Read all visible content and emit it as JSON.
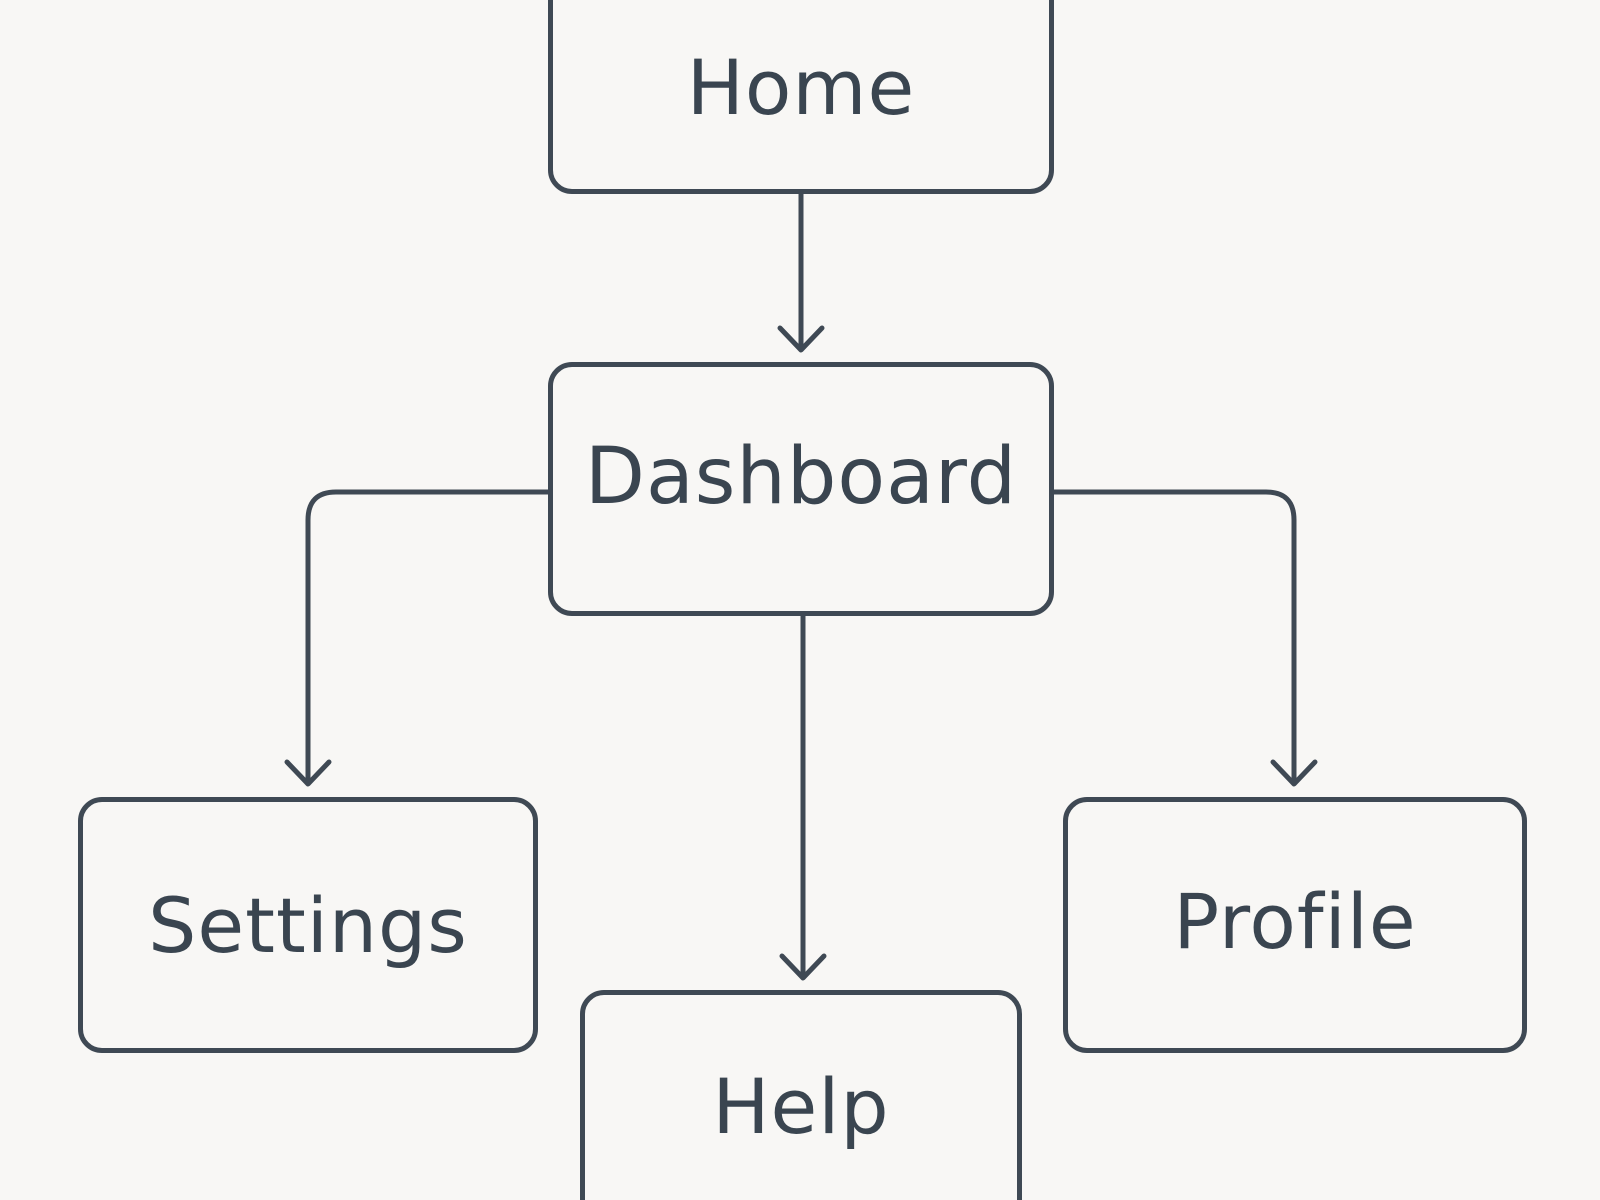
{
  "diagram": {
    "nodes": {
      "home": {
        "label": "Home"
      },
      "dashboard": {
        "label": "Dashboard"
      },
      "settings": {
        "label": "Settings"
      },
      "profile": {
        "label": "Profile"
      },
      "help": {
        "label": "Help"
      }
    },
    "edges": [
      {
        "from": "home",
        "to": "dashboard"
      },
      {
        "from": "dashboard",
        "to": "settings"
      },
      {
        "from": "dashboard",
        "to": "help"
      },
      {
        "from": "dashboard",
        "to": "profile"
      }
    ]
  },
  "colors": {
    "background": "#f8f7f5",
    "stroke": "#3f4954",
    "text": "#3a4550"
  }
}
